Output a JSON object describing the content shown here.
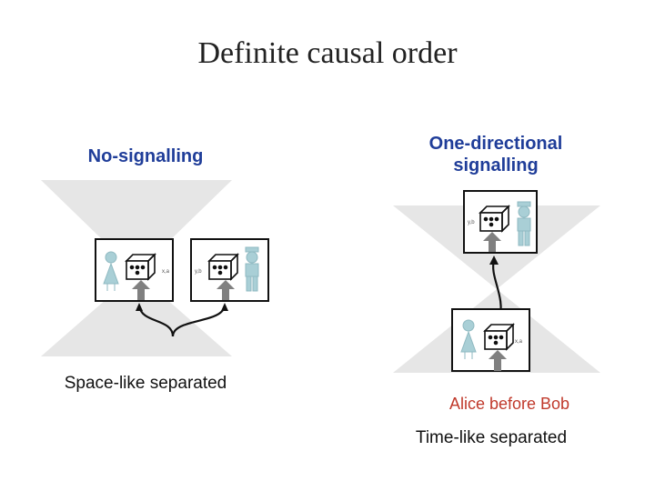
{
  "title": "Definite causal order",
  "left": {
    "heading": "No-signalling",
    "caption": "Space-like separated",
    "box_alice_label": "x,a",
    "box_bob_label": "y,b"
  },
  "right": {
    "heading_line1": "One-directional",
    "heading_line2": "signalling",
    "caption_ordering": "Alice before Bob",
    "caption": "Time-like separated",
    "box_bob_label": "y,b",
    "box_alice_label": "x,a"
  },
  "colors": {
    "heading": "#1f3d99",
    "ordering_text": "#c0392b",
    "cone": "#e6e6e6",
    "figure": "#a9cfd6",
    "arrow": "#808080",
    "frame": "#111111"
  }
}
